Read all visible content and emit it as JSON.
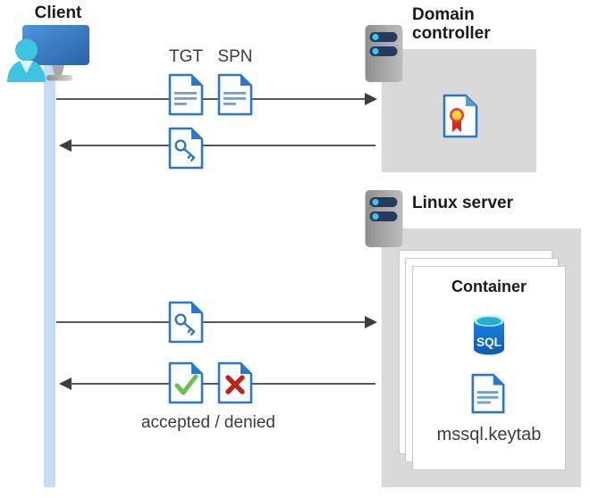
{
  "client": {
    "title": "Client"
  },
  "domain_controller": {
    "title": "Domain controller"
  },
  "linux_server": {
    "title": "Linux server"
  },
  "container": {
    "title": "Container",
    "sql_label": "SQL",
    "keytab_label": "mssql.keytab"
  },
  "flow": {
    "tgt": "TGT",
    "spn": "SPN",
    "result": "accepted / denied"
  },
  "colors": {
    "doc_blue": "#2b77cc",
    "doc_line_blue": "#6ca0dc",
    "check_green": "#6cbf4b",
    "cross_red": "#c02417",
    "box_gray": "#d9d9d9",
    "lifeline_blue": "#c4ddf5",
    "arrow_gray": "#565656",
    "person_cyan": "#3fc3e3",
    "monitor_blue": "#3578c8",
    "server_bar_navy": "#243a5e",
    "server_dot_cyan": "#40c4e8",
    "sql_top_cyan": "#22b0cf",
    "sql_body_blue": "#1272cf",
    "cert_yellow": "#ffd23b",
    "cert_red": "#e8412c"
  },
  "icons": {
    "client-icon": "person at monitor",
    "server-icon": "server with two drive bays",
    "tgt-document-icon": "document with text lines",
    "spn-document-icon": "document with text lines",
    "ticket-key-document-icon": "document with key",
    "accepted-document-icon": "document with green check",
    "denied-document-icon": "document with red cross",
    "certificate-icon": "document with rosette seal",
    "sql-database-icon": "SQL database cylinder",
    "keytab-document-icon": "document with text lines"
  }
}
